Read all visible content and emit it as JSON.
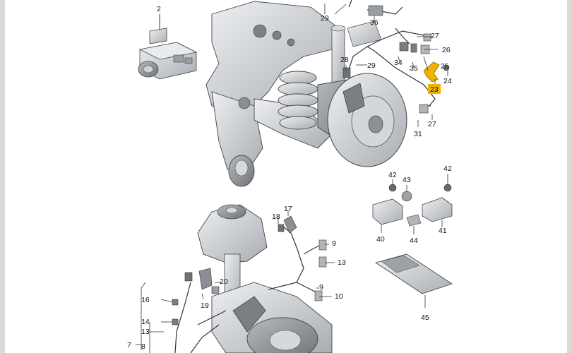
{
  "labels": {
    "l2": "2",
    "l29a": "29",
    "l36": "36",
    "l27a": "27",
    "l26": "26",
    "l28": "28",
    "l29b": "29",
    "l34": "34",
    "l35": "35",
    "l25": "25",
    "l24": "24",
    "l23": "23",
    "l31a": "31",
    "l27b": "27",
    "l42a": "42",
    "l43": "43",
    "l42b": "42",
    "l40": "40",
    "l44": "44",
    "l41": "41",
    "l18": "18",
    "l17": "17",
    "l9a": "9",
    "l13a": "13",
    "l20": "20",
    "l16": "16",
    "l19": "19",
    "l14": "14",
    "l13b": "13",
    "l9b": "9",
    "l10": "10",
    "l7": "7",
    "l8": "8",
    "l45": "45"
  },
  "colors": {
    "part_gray": "#c9ccd0",
    "part_dark": "#8d9196",
    "part_light": "#e8eaec",
    "highlight": "#f0b400",
    "line": "#333333"
  }
}
